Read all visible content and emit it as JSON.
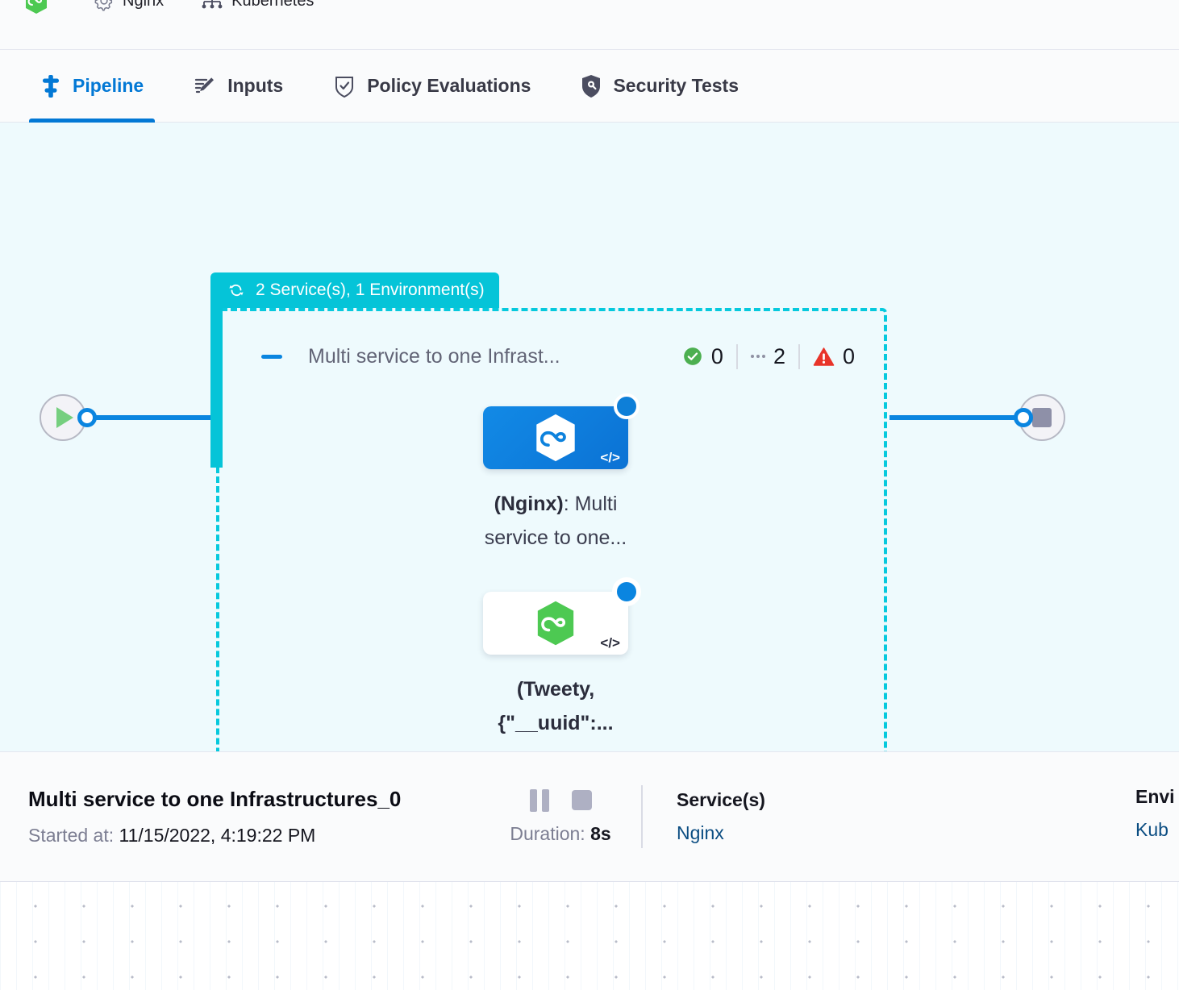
{
  "breadcrumb": {
    "items": [
      {
        "icon": "harness-hexagon-green-icon",
        "label": ""
      },
      {
        "icon": "gear-icon",
        "label": "Nginx"
      },
      {
        "icon": "kubernetes-icon",
        "label": "Kubernetes"
      }
    ]
  },
  "tabs": [
    {
      "id": "pipeline",
      "label": "Pipeline",
      "icon": "pipeline-icon",
      "active": true
    },
    {
      "id": "inputs",
      "label": "Inputs",
      "icon": "pencil-edit-icon",
      "active": false
    },
    {
      "id": "policy",
      "label": "Policy Evaluations",
      "icon": "shield-check-icon",
      "active": false
    },
    {
      "id": "security",
      "label": "Security Tests",
      "icon": "shield-lock-icon",
      "active": false
    }
  ],
  "canvas": {
    "start_node": {
      "name": "start-node",
      "icon": "play-icon"
    },
    "end_node": {
      "name": "end-node",
      "icon": "stop-icon"
    },
    "group": {
      "badge_label": "2 Service(s), 1 Environment(s)",
      "badge_icon": "loop-repeat-icon",
      "badge_color": "#05c4d8",
      "border_color": "#06c9dd",
      "title": "Multi service to one Infrast...",
      "counts": [
        {
          "icon": "success-check-icon",
          "color": "#4caf50",
          "value": "0"
        },
        {
          "icon": "running-dots-icon",
          "color": "#8f91a3",
          "value": "2"
        },
        {
          "icon": "error-warning-icon",
          "color": "#e8342a",
          "value": "0"
        }
      ],
      "steps": [
        {
          "name": "step-nginx",
          "card_style": "blue",
          "icon": "harness-hexagon-white-icon",
          "code_glyph": "</>",
          "status_icon": "running-spinner-icon",
          "label_bold": "(Nginx)",
          "label_rest": ": Multi service to one..."
        },
        {
          "name": "step-tweety",
          "card_style": "white",
          "icon": "harness-hexagon-green-icon",
          "code_glyph": "</>",
          "status_icon": "running-spinner-icon",
          "label_bold": "(Tweety, {\"__uuid\":...",
          "label_rest": ""
        }
      ]
    }
  },
  "info_bar": {
    "title": "Multi service to one Infrastructures_0",
    "started_label": "Started at:",
    "started_value": "11/15/2022, 4:19:22 PM",
    "pause_icon": "pause-icon",
    "stop_icon": "stop-icon",
    "duration_label": "Duration:",
    "duration_value": "8s",
    "services_header": "Service(s)",
    "services_value": "Nginx",
    "environments_header": "Envi",
    "environments_value": "Kub"
  }
}
